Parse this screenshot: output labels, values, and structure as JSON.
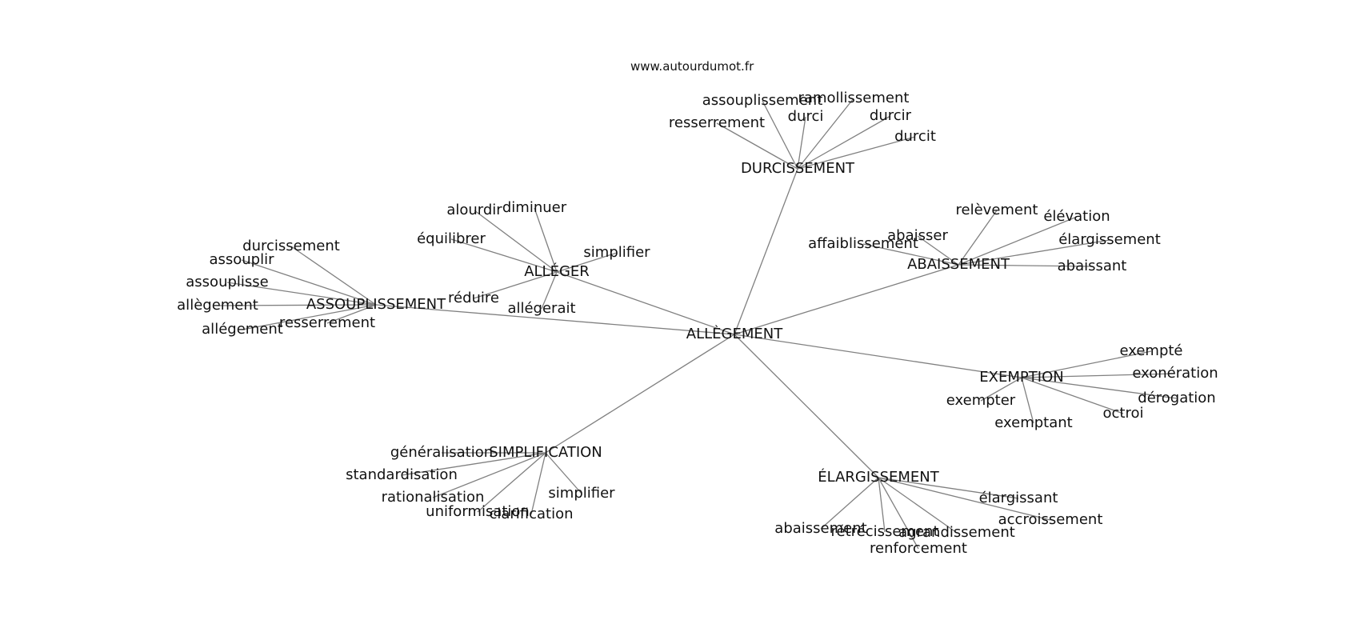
{
  "watermark": "www.autourdumot.fr",
  "root": "ALLÈGEMENT",
  "hubs": [
    "ALLÉGER",
    "DURCISSEMENT",
    "ABAISSEMENT",
    "ASSOUPLISSEMENT",
    "EXEMPTION",
    "SIMPLIFICATION",
    "ÉLARGISSEMENT"
  ],
  "groups": {
    "ALLÉGER": [
      "alourdir",
      "diminuer",
      "équilibrer",
      "simplifier",
      "réduire",
      "allégerait"
    ],
    "DURCISSEMENT": [
      "assouplissement",
      "ramollissement",
      "durci",
      "durcir",
      "resserrement",
      "durcit"
    ],
    "ABAISSEMENT": [
      "relèvement",
      "élévation",
      "abaisser",
      "affaiblissement",
      "élargissement",
      "abaissant"
    ],
    "ASSOUPLISSEMENT": [
      "durcissement",
      "assouplir",
      "assouplisse",
      "allègement",
      "allégement",
      "resserrement"
    ],
    "EXEMPTION": [
      "exempté",
      "exonération",
      "exempter",
      "dérogation",
      "octroi",
      "exemptant"
    ],
    "SIMPLIFICATION": [
      "généralisation",
      "standardisation",
      "rationalisation",
      "uniformisation",
      "clarification",
      "simplifier"
    ],
    "ÉLARGISSEMENT": [
      "élargissant",
      "accroissement",
      "abaissement",
      "rétrécissement",
      "agrandissement",
      "renforcement"
    ]
  },
  "edge_color": "#808080"
}
